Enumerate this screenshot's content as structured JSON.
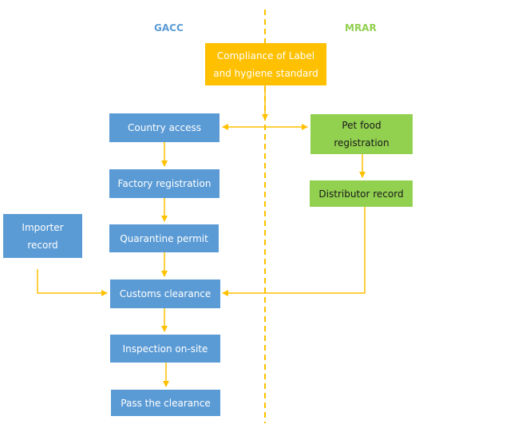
{
  "lanes": {
    "left": {
      "label": "GACC",
      "color": "#5b9bd5"
    },
    "right": {
      "label": "MRAR",
      "color": "#92d050"
    }
  },
  "colors": {
    "blue_box": "#5b9bd5",
    "green_box": "#92d050",
    "yellow_box": "#ffc000",
    "connector": "#ffc000"
  },
  "nodes": {
    "compliance": "Compliance of Label\nand hygiene standard",
    "country_access": "Country access",
    "pet_food_registration": "Pet food\nregistration",
    "factory_registration": "Factory registration",
    "distributor_record": "Distributor record",
    "importer_record": "Importer\nrecord",
    "quarantine_permit": "Quarantine permit",
    "customs_clearance": "Customs clearance",
    "inspection_on_site": "Inspection on-site",
    "pass_the_clearance": "Pass the clearance"
  }
}
